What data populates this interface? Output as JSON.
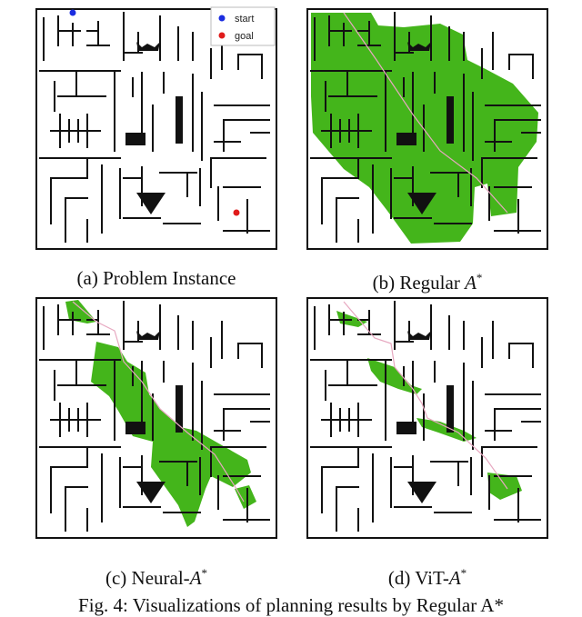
{
  "figure": {
    "panels": [
      {
        "id": "a",
        "label": "(a)",
        "text": "Problem Instance",
        "method": "",
        "star": ""
      },
      {
        "id": "b",
        "label": "(b)",
        "text": "Regular ",
        "method": "A",
        "star": "*"
      },
      {
        "id": "c",
        "label": "(c)",
        "text": "Neural-",
        "method": "A",
        "star": "*"
      },
      {
        "id": "d",
        "label": "(d)",
        "text": "ViT-",
        "method": "A",
        "star": "*"
      }
    ],
    "legend": {
      "start": "start",
      "goal": "goal"
    },
    "bottom_caption": "Fig. 4: Visualizations of planning results by Regular A*"
  },
  "colors": {
    "explored": "#44b51b",
    "wall": "#111111",
    "start": "#1b2de0",
    "goal": "#e01b1b",
    "path": "#e7a8c0"
  }
}
